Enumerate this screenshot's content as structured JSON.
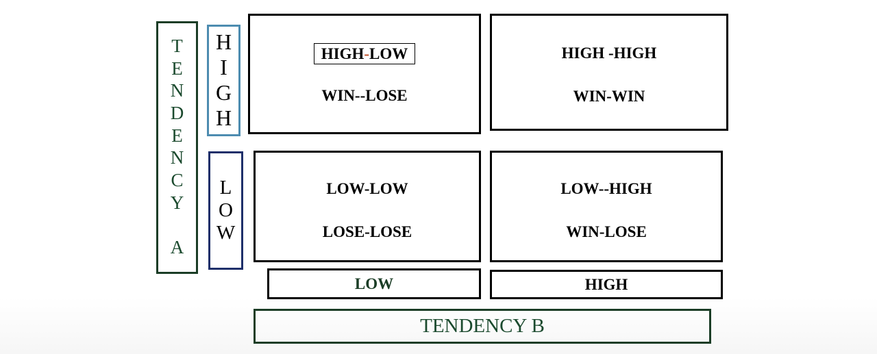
{
  "tendency_a": {
    "letters": [
      "T",
      "E",
      "N",
      "D",
      "E",
      "N",
      "C",
      "Y",
      "",
      "A"
    ]
  },
  "high_label": {
    "letters": [
      "H",
      "I",
      "G",
      "H"
    ]
  },
  "low_label": {
    "letters": [
      "L",
      "O",
      "W"
    ]
  },
  "quadrants": {
    "high_low": {
      "line1_part1": "HIGH",
      "line1_dash": "-",
      "line1_part2": "LOW",
      "line2": "WIN--LOSE"
    },
    "high_high": {
      "line1": "HIGH -HIGH",
      "line2": "WIN-WIN"
    },
    "low_low": {
      "line1": "LOW-LOW",
      "line2": "LOSE-LOSE"
    },
    "low_high": {
      "line1": "LOW--HIGH",
      "line2": "WIN-LOSE"
    }
  },
  "axis": {
    "low": "LOW",
    "high": "HIGH"
  },
  "tendency_b": "TENDENCY B",
  "colors": {
    "dark_green": "#1b3d26",
    "light_blue": "#4d8cb0",
    "navy": "#1e2f6a",
    "accent_dash": "#c0502a"
  }
}
